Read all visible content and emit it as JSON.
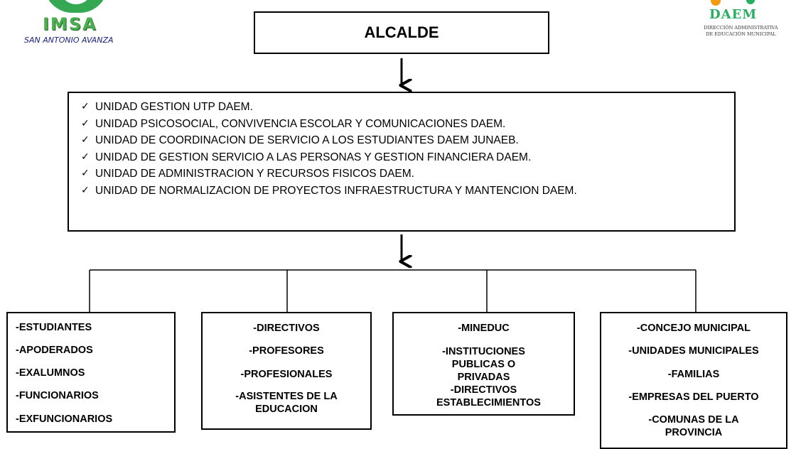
{
  "logos": {
    "left": {
      "brand": "IMSA",
      "slogan": "SAN ANTONIO AVANZA"
    },
    "right": {
      "brand": "DAEM",
      "subtitle_line1": "DIRECCIÓN ADMINISTRATIVA",
      "subtitle_line2": "DE EDUCACIÓN MUNICIPAL"
    }
  },
  "top": {
    "label": "ALCALDE"
  },
  "units": {
    "check_glyph": "✓",
    "items": [
      "UNIDAD GESTION UTP DAEM.",
      "UNIDAD PSICOSOCIAL, CONVIVENCIA ESCOLAR Y COMUNICACIONES DAEM.",
      "UNIDAD DE COORDINACION DE SERVICIO A LOS ESTUDIANTES DAEM JUNAEB.",
      "UNIDAD DE GESTION SERVICIO A LAS PERSONAS Y GESTION FINANCIERA DAEM.",
      "UNIDAD DE ADMINISTRACION Y RECURSOS FISICOS DAEM.",
      "UNIDAD DE NORMALIZACION DE PROYECTOS INFRAESTRUCTURA Y MANTENCION DAEM."
    ]
  },
  "groups": [
    {
      "items": [
        "-ESTUDIANTES",
        "-APODERADOS",
        "-EXALUMNOS",
        "-FUNCIONARIOS",
        "-EXFUNCIONARIOS"
      ]
    },
    {
      "items": [
        "-DIRECTIVOS",
        "-PROFESORES",
        "-PROFESIONALES",
        "-ASISTENTES DE LA EDUCACION"
      ]
    },
    {
      "items": [
        "-MINEDUC",
        "-INSTITUCIONES PUBLICAS O PRIVADAS",
        "-DIRECTIVOS ESTABLECIMIENTOS"
      ]
    },
    {
      "items": [
        "-CONCEJO MUNICIPAL",
        "-UNIDADES MUNICIPALES",
        "-FAMILIAS",
        "-EMPRESAS DEL PUERTO",
        "-COMUNAS DE LA PROVINCIA"
      ]
    }
  ]
}
